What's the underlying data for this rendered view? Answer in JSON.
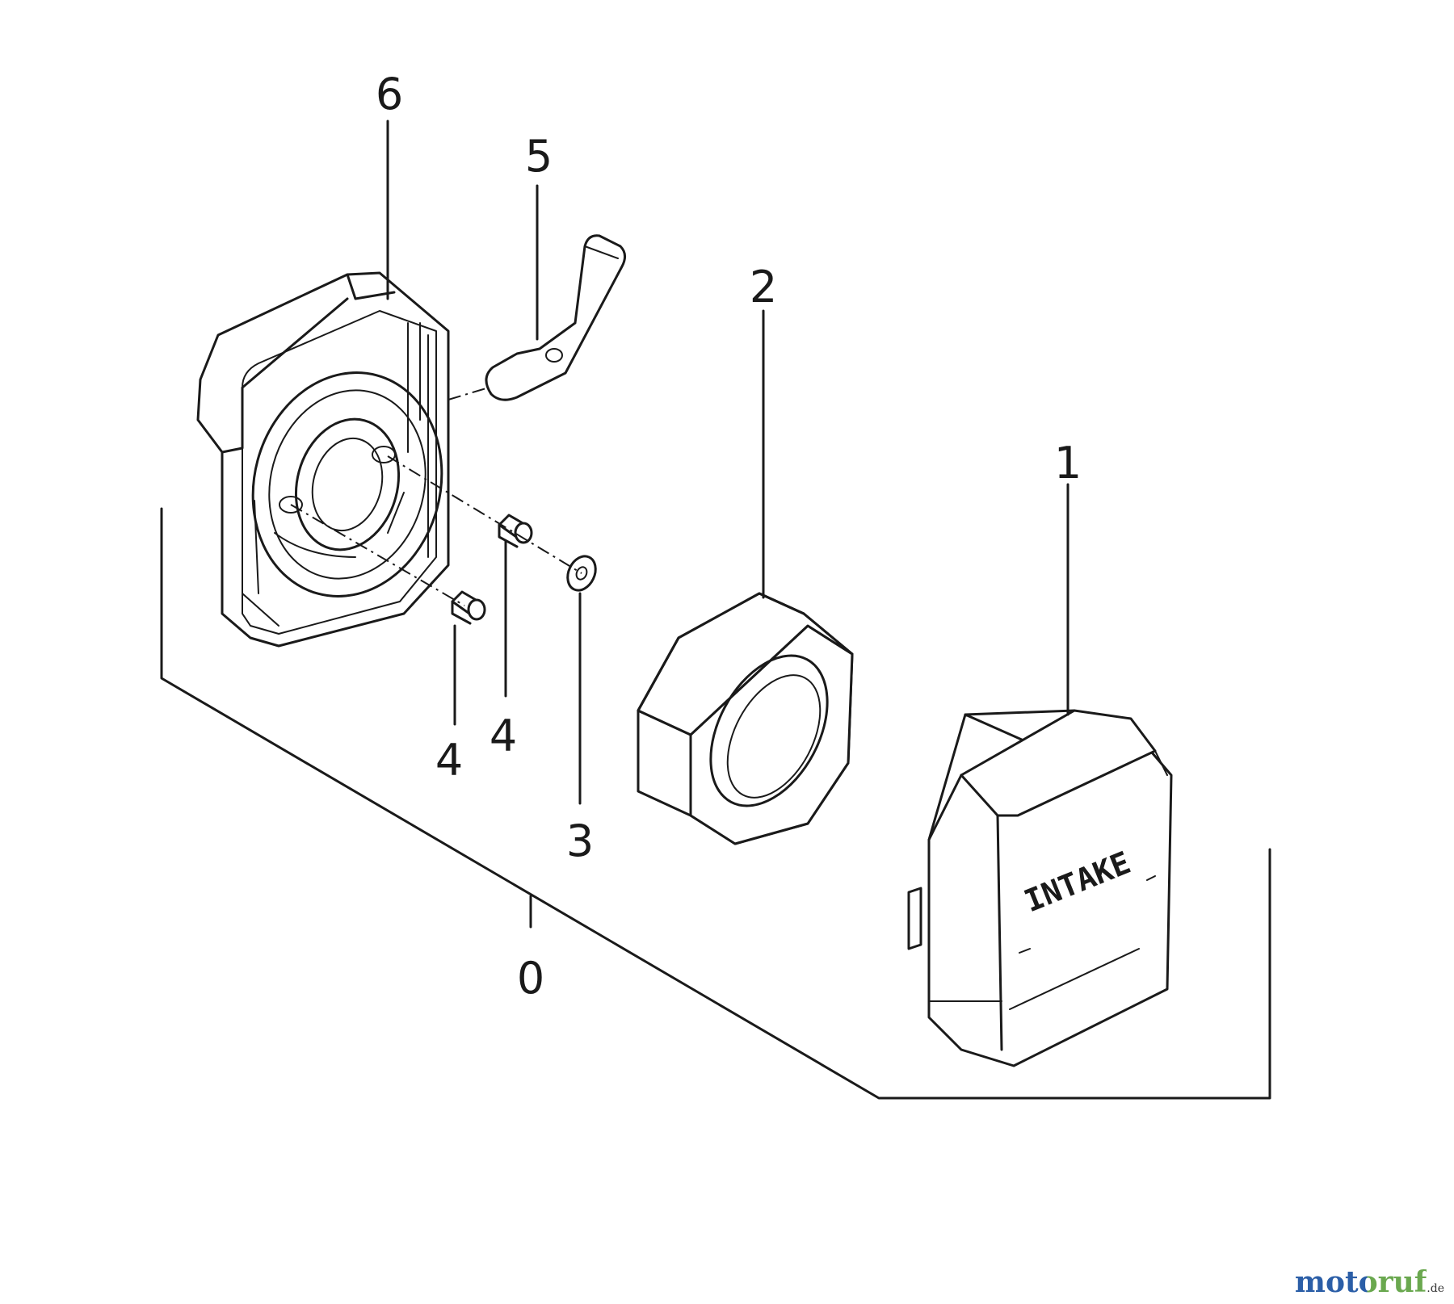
{
  "callouts": {
    "c0": "0",
    "c1": "1",
    "c2": "2",
    "c3": "3",
    "c4a": "4",
    "c4b": "4",
    "c5": "5",
    "c6": "6"
  },
  "part_text": {
    "intake": "INTAKE"
  },
  "watermark": {
    "text": "motoruf",
    "suffix": ".de"
  },
  "colors": {
    "line": "#1a1a1a",
    "logo_blue": "#2b5ea7",
    "logo_green": "#6aa84f"
  }
}
